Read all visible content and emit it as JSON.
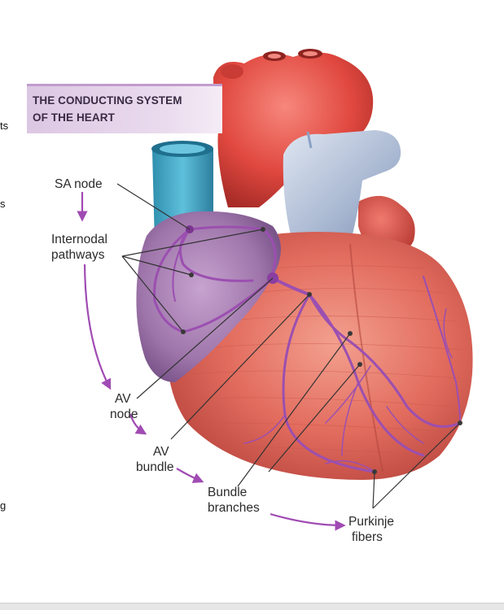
{
  "title": {
    "line1": "THE CONDUCTING SYSTEM",
    "line2": "OF THE HEART"
  },
  "labels": {
    "sa_node": "SA node",
    "internodal_1": "Internodal",
    "internodal_2": "pathways",
    "av_node_1": "AV",
    "av_node_2": "node",
    "av_bundle_1": "AV",
    "av_bundle_2": "bundle",
    "bundle_branches_1": "Bundle",
    "bundle_branches_2": "branches",
    "purkinje_1": "Purkinje",
    "purkinje_2": "fibers"
  },
  "edge_fragments": [
    "ts",
    "s",
    "g"
  ],
  "colors": {
    "banner": "#dcc7e3",
    "conduction": "#9b4fb0",
    "arrow": "#a04bb3",
    "heart_red": "#e1645c",
    "atrium_purple": "#a881b4",
    "vessel_blue": "#4ba4c2",
    "vessel_grey_blue": "#a9b6cf"
  }
}
